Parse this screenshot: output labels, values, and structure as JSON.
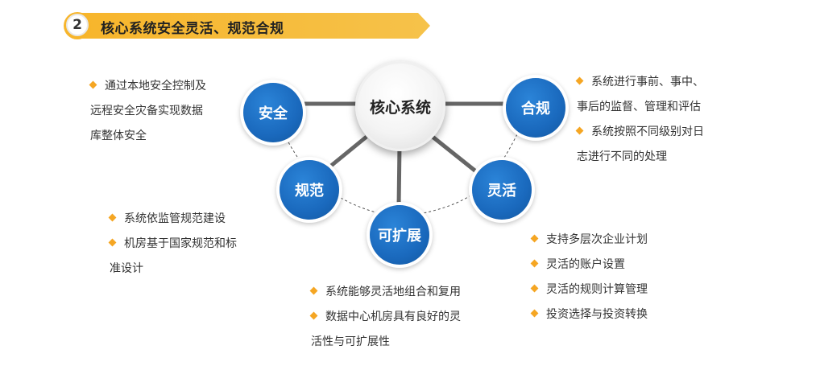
{
  "header": {
    "number": "2",
    "title": "核心系统安全灵活、规范合规",
    "accent_color": "#f7b52b",
    "badge_border_color": "#e8e8e8"
  },
  "diagram": {
    "center_label": "核心系统",
    "node_color": "#1a69bd",
    "nodes": {
      "anquan": "安全",
      "guifan": "规范",
      "kekuozhan": "可扩展",
      "linghuo": "灵活",
      "hegui": "合规"
    }
  },
  "texts": {
    "anquan": {
      "bullets": [
        {
          "lines": [
            "通过本地安全控制及",
            "远程安全灾备实现数据",
            "库整体安全"
          ]
        }
      ]
    },
    "guifan": {
      "bullets": [
        {
          "lines": [
            "系统依监管规范建设"
          ]
        },
        {
          "lines": [
            "机房基于国家规范和标",
            "准设计"
          ]
        }
      ]
    },
    "kekuozhan": {
      "bullets": [
        {
          "lines": [
            "系统能够灵活地组合和复用"
          ]
        },
        {
          "lines": [
            "数据中心机房具有良好的灵",
            "活性与可扩展性"
          ]
        }
      ]
    },
    "linghuo": {
      "bullets": [
        {
          "lines": [
            "支持多层次企业计划"
          ]
        },
        {
          "lines": [
            "灵活的账户设置"
          ]
        },
        {
          "lines": [
            "灵活的规则计算管理"
          ]
        },
        {
          "lines": [
            "投资选择与投资转换"
          ]
        }
      ]
    },
    "hegui": {
      "bullets": [
        {
          "lines": [
            "系统进行事前、事中、",
            "事后的监督、管理和评估"
          ]
        },
        {
          "lines": [
            "系统按照不同级别对日",
            "志进行不同的处理"
          ]
        }
      ]
    }
  },
  "colors": {
    "bullet": "#f5a623",
    "connector": "#666666",
    "dashed_arc": "#555555"
  }
}
